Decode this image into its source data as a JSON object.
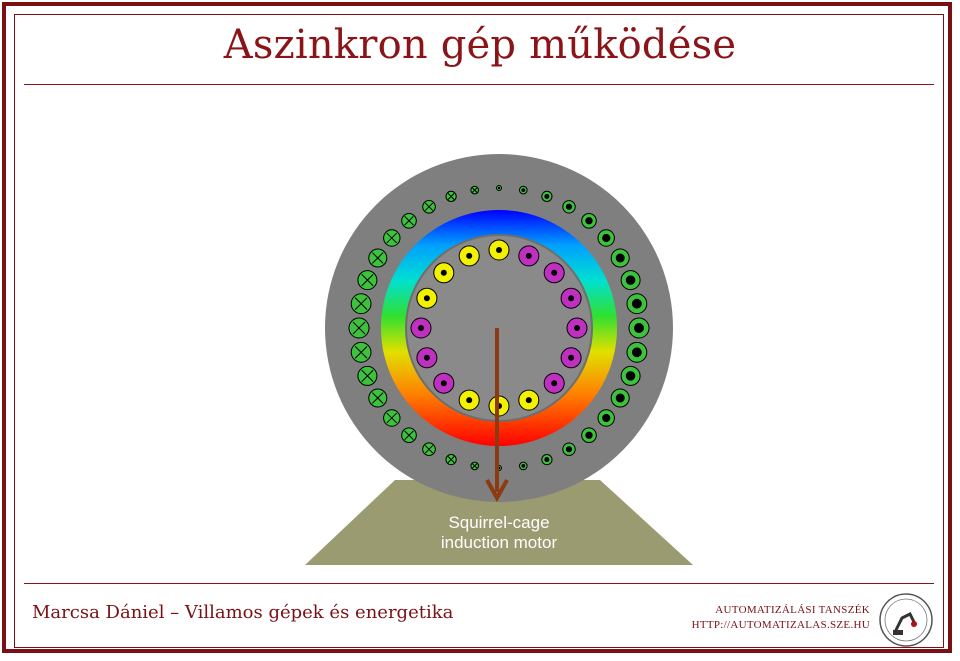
{
  "slide": {
    "title": "Aszinkron gép működése"
  },
  "diagram": {
    "caption_line1": "Squirrel-cage",
    "caption_line2": "induction motor",
    "colors": {
      "housing": "#7f7f7f",
      "base": "#9b9b72",
      "arrow": "#8b3a12",
      "stator_conductor": "#3ec23e",
      "rotor_conductor_a": "#f2f200",
      "rotor_conductor_b": "#c030c0"
    }
  },
  "footer": {
    "author_course": "Marcsa Dániel – Villamos gépek és energetika",
    "dept": "AUTOMATIZÁLÁSI TANSZÉK",
    "url": "HTTP://AUTOMATIZALAS.SZE.HU"
  }
}
